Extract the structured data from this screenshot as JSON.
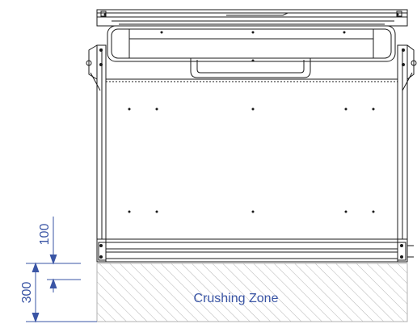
{
  "drawing": {
    "zone_label": "Crushing Zone",
    "dimension_100": "100",
    "dimension_300": "300",
    "colors": {
      "line": "#1a1a1a",
      "dimension": "#3a55a5",
      "hatch": "#b8b8b8"
    }
  }
}
